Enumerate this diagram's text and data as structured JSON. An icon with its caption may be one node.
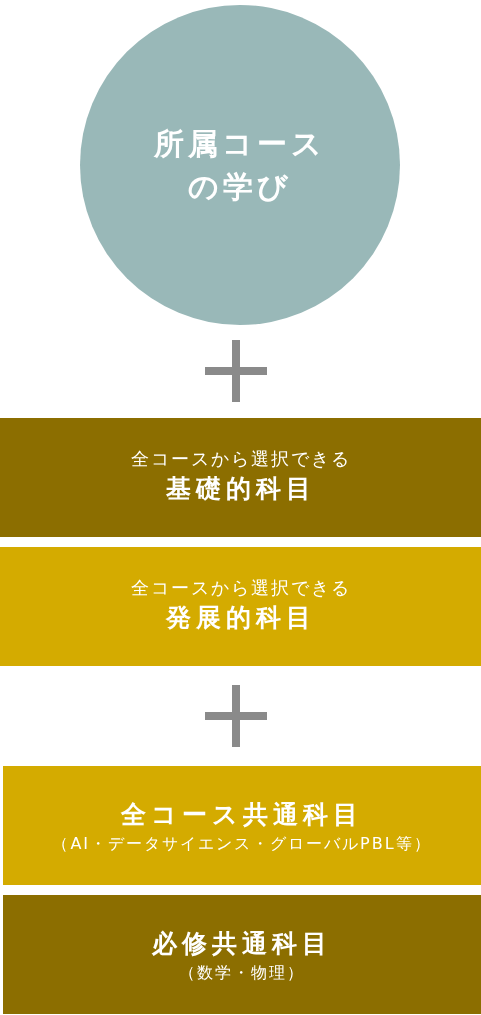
{
  "diagram": {
    "nodes": [
      {
        "text": [
          "所属コースの学び"
        ]
      },
      {
        "text": [
          "全コースから選択できる",
          "基礎的科目"
        ]
      },
      {
        "text": [
          "全コースから選択できる",
          "発展的科目"
        ]
      },
      {
        "text": [
          "全コース共通科目",
          "（AI・データサイエンス・グローバルPBL等）"
        ]
      },
      {
        "text": [
          "必修共通科目",
          "（数学・物理）"
        ]
      }
    ]
  }
}
